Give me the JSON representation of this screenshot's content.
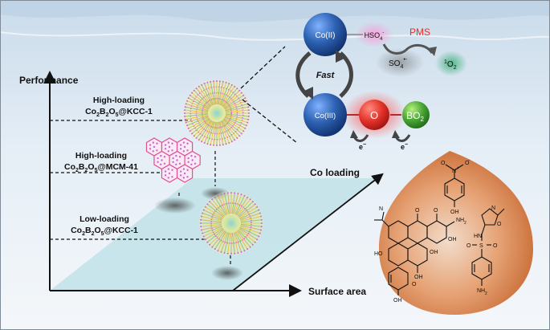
{
  "axes": {
    "y_label": "Performance",
    "x_label": "Surface area",
    "diag_label": "Co loading"
  },
  "materials": [
    {
      "line1": "High-loading",
      "line2_main": "Co",
      "line2_sub1": "2",
      "line2_mid": "B",
      "line2_sub2": "2",
      "line2_mid2": "O",
      "line2_sub3": "5",
      "line2_tail": "@KCC-1"
    },
    {
      "line1": "High-loading",
      "line2_main": "Co",
      "line2_sub1": "2",
      "line2_mid": "B",
      "line2_sub2": "2",
      "line2_mid2": "O",
      "line2_sub3": "5",
      "line2_tail": "@MCM-41"
    },
    {
      "line1": "Low-loading",
      "line2_main": "Co",
      "line2_sub1": "2",
      "line2_mid": "B",
      "line2_sub2": "2",
      "line2_mid2": "O",
      "line2_sub3": "5",
      "line2_tail": "@KCC-1"
    }
  ],
  "mechanism": {
    "co2": "Co(II)",
    "co3": "Co(III)",
    "o": "O",
    "bo2": "BO",
    "bo2_sub": "2",
    "hso4": "HSO",
    "hso4_sub": "4",
    "hso4_sup": "-",
    "pms": "PMS",
    "so4": "SO",
    "so4_sub": "4",
    "so4_sup": "•-",
    "singlet": "O",
    "singlet_pre": "1",
    "singlet_sub": "2",
    "fast": "Fast",
    "electron": "e",
    "electron_sup": "−"
  },
  "pollutants": {
    "nitro_top": "O",
    "nitro_n": "N",
    "nitro_plus": "+",
    "oh": "OH",
    "nh2": "NH",
    "nh2_sub": "2",
    "o": "O",
    "n": "N",
    "hn": "HN",
    "s": "S",
    "ho": "HO",
    "minus": "-"
  },
  "colors": {
    "co_sphere": "#2f63b4",
    "o_sphere": "#e4332a",
    "bo2_sphere": "#48a534",
    "pms_red": "#e8312a",
    "pollutant_drop": "#dd8a57",
    "plane": "#bfe2e8"
  }
}
